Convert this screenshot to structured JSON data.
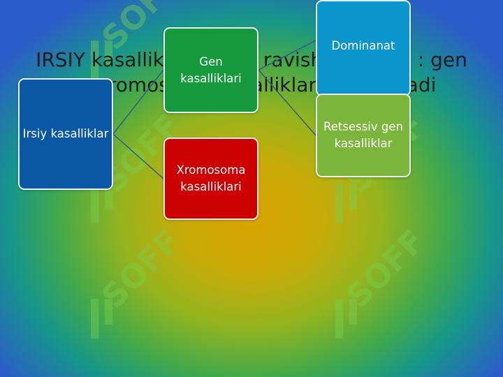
{
  "slide": {
    "title": "IRSIY kasalliklar shartli ravishda ikkiga : gen va xromosoma kasalliklariga bo‘linadi"
  },
  "diagram": {
    "root": "Irsiy kasalliklar",
    "gen": "Gen kasalliklari",
    "xromosoma": "Xromosoma kasalliklari",
    "dominant": "Dominanat",
    "retsessiv": "Retsessiv gen kasalliklar"
  },
  "watermark": {
    "text": "SOFF",
    "color": "#7ad24f"
  },
  "colors": {
    "root": "#0a58a4",
    "gen": "#149a3c",
    "xromosoma": "#cc0000",
    "dominant": "#0a95cd",
    "retsessiv": "#7cb53c",
    "connector": "#2f5c8a"
  }
}
